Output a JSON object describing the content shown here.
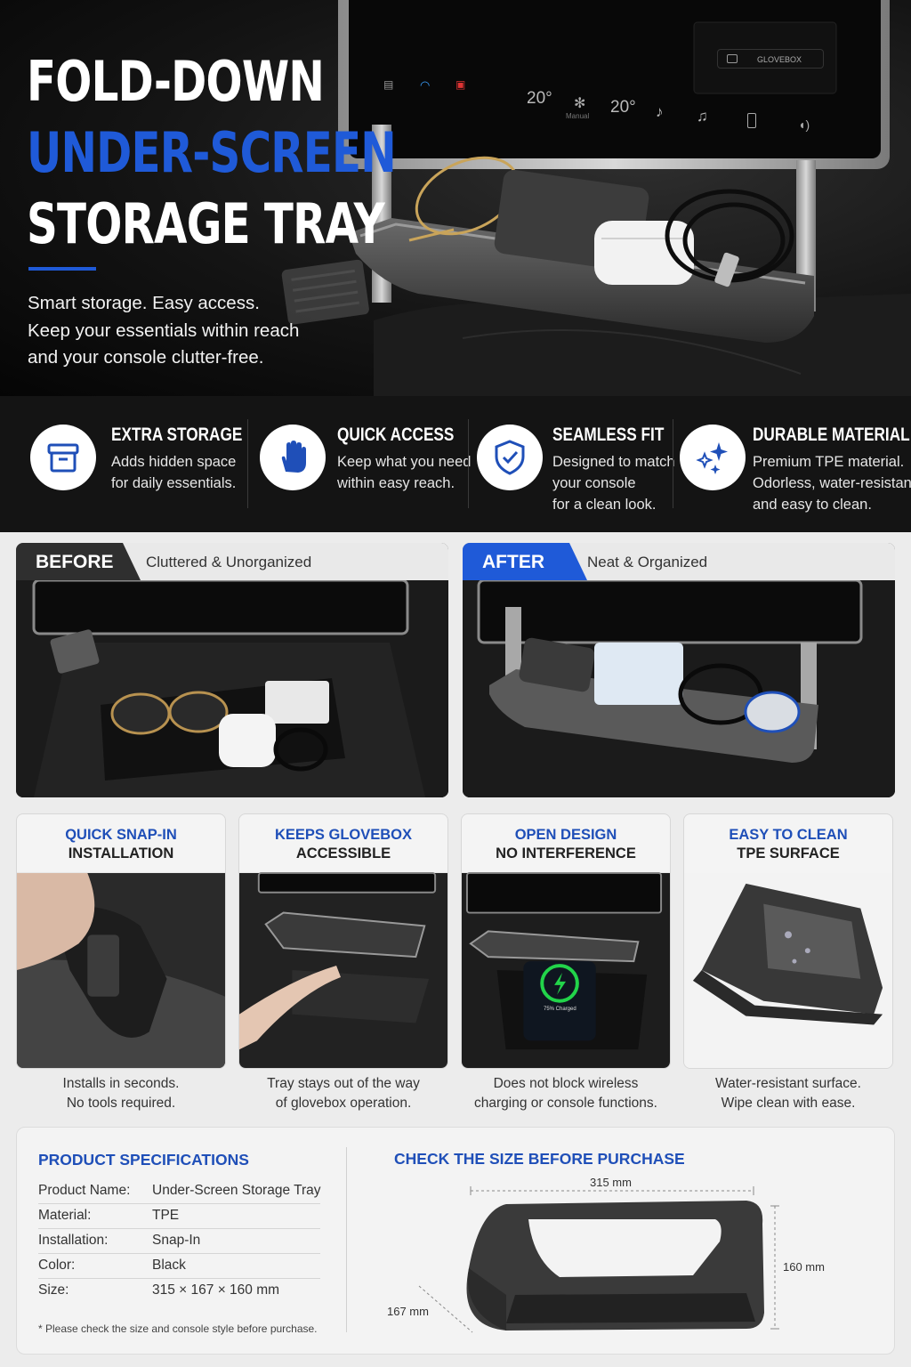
{
  "hero": {
    "title_line1": "FOLD-DOWN",
    "title_line2": "UNDER-SCREEN",
    "title_line3": "STORAGE TRAY",
    "desc_line1": "Smart storage. Easy access.",
    "desc_line2": "Keep your essentials within reach",
    "desc_line3": "and your console clutter-free.",
    "screen": {
      "glovebox_label": "GLOVEBOX",
      "temp_left": "20°",
      "temp_right": "20°",
      "fan_label": "Manual"
    }
  },
  "features": [
    {
      "icon": "archive-box-icon",
      "title": "EXTRA STORAGE",
      "line1": "Adds hidden space",
      "line2": "for daily essentials.",
      "line3": ""
    },
    {
      "icon": "hand-icon",
      "title": "QUICK ACCESS",
      "line1": "Keep what you need",
      "line2": "within easy reach.",
      "line3": ""
    },
    {
      "icon": "shield-check-icon",
      "title": "SEAMLESS FIT",
      "line1": "Designed to match",
      "line2": "your console",
      "line3": "for a clean look."
    },
    {
      "icon": "sparkles-icon",
      "title": "DURABLE MATERIAL",
      "line1": "Premium TPE material.",
      "line2": "Odorless, water-resistant",
      "line3": "and easy to clean."
    }
  ],
  "before": {
    "tag": "BEFORE",
    "subtitle": "Cluttered & Unorganized"
  },
  "after": {
    "tag": "AFTER",
    "subtitle": "Neat & Organized"
  },
  "cards": [
    {
      "title_blue": "QUICK SNAP-IN",
      "title_dark": "INSTALLATION",
      "cap1": "Installs in seconds.",
      "cap2": "No tools required."
    },
    {
      "title_blue": "KEEPS GLOVEBOX",
      "title_dark": "ACCESSIBLE",
      "cap1": "Tray stays out of the way",
      "cap2": "of glovebox operation."
    },
    {
      "title_blue": "OPEN DESIGN",
      "title_dark": "NO INTERFERENCE",
      "cap1": "Does not block wireless",
      "cap2": "charging or console functions.",
      "phone_text": "75% Charged"
    },
    {
      "title_blue": "EASY TO CLEAN",
      "title_dark": "TPE SURFACE",
      "cap1": "Water-resistant surface.",
      "cap2": "Wipe clean with ease."
    }
  ],
  "specs": {
    "title": "PRODUCT SPECIFICATIONS",
    "rows": [
      {
        "key": "Product Name:",
        "value": "Under-Screen Storage Tray"
      },
      {
        "key": "Material:",
        "value": "TPE"
      },
      {
        "key": "Installation:",
        "value": "Snap-In"
      },
      {
        "key": "Color:",
        "value": "Black"
      },
      {
        "key": "Size:",
        "value": "315 × 167 × 160 mm"
      }
    ],
    "note": "* Please check the size and console style before purchase."
  },
  "size_check": {
    "title": "CHECK THE SIZE BEFORE PURCHASE",
    "width": "315 mm",
    "height": "160 mm",
    "depth": "167 mm"
  },
  "colors": {
    "accent_blue": "#1f5ad8",
    "heading_blue": "#1f4fb8",
    "dark_bg": "#141414"
  }
}
